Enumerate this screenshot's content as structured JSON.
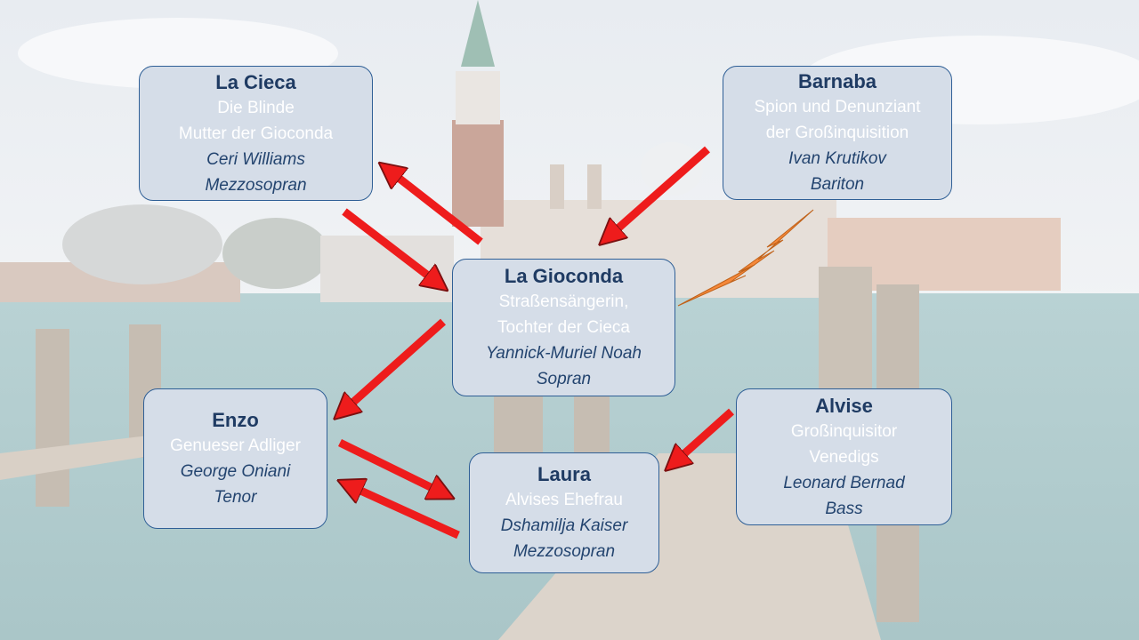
{
  "characters": {
    "cieca": {
      "name": "La Cieca",
      "role1": "Die Blinde",
      "role2": "Mutter der Gioconda",
      "singer": "Ceri Williams",
      "voice": "Mezzosopran"
    },
    "barnaba": {
      "name": "Barnaba",
      "role1": "Spion und Denunziant",
      "role2": "der Großinquisition",
      "singer": "Ivan Krutikov",
      "voice": "Bariton"
    },
    "gioconda": {
      "name": "La Gioconda",
      "role1": "Straßensängerin,",
      "role2": "Tochter der Cieca",
      "singer": "Yannick-Muriel Noah",
      "voice": "Sopran"
    },
    "enzo": {
      "name": "Enzo",
      "role1": "Genueser Adliger",
      "singer": "George Oniani",
      "voice": "Tenor"
    },
    "laura": {
      "name": "Laura",
      "role1": "Alvises Ehefrau",
      "singer": "Dshamilja Kaiser",
      "voice": "Mezzosopran"
    },
    "alvise": {
      "name": "Alvise",
      "role1": "Großinquisitor",
      "role2": "Venedigs",
      "singer": "Leonard Bernad",
      "voice": "Bass"
    }
  },
  "colors": {
    "arrow": "#ee1c1c",
    "lightning": "#f5883a",
    "box_fill": "#d5dde8",
    "box_border": "#2f5f96",
    "name": "#1f3b63"
  }
}
